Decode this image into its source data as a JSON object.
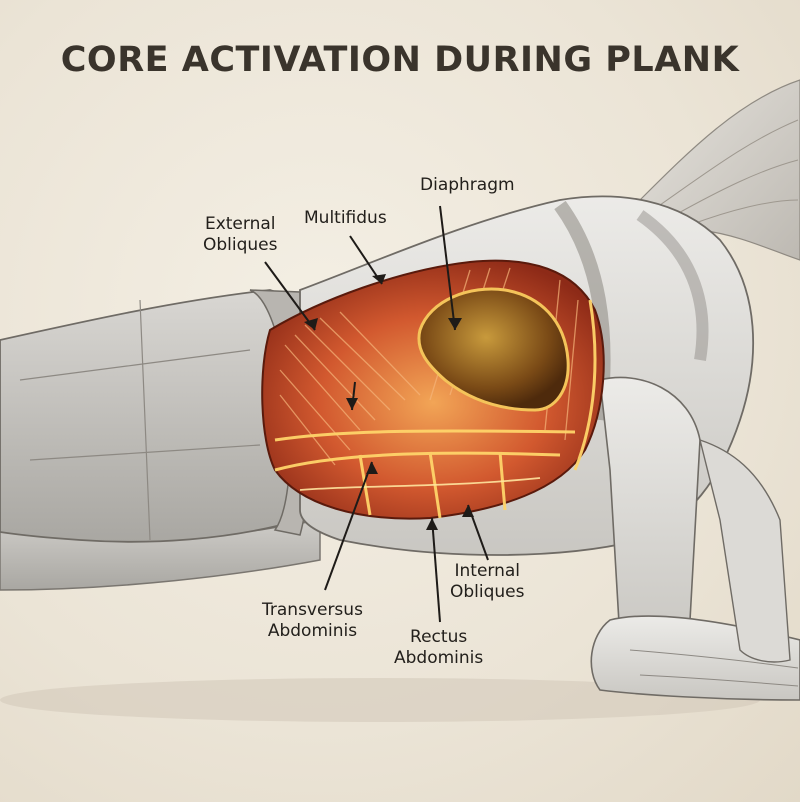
{
  "title": "CORE ACTIVATION DURING PLANK",
  "labels": {
    "diaphragm": {
      "lines": [
        "Diaphragm"
      ]
    },
    "multifidus": {
      "lines": [
        "Multifidus"
      ]
    },
    "external_obliques": {
      "lines": [
        "External",
        "Obliques"
      ]
    },
    "internal_obliques": {
      "lines": [
        "Internal",
        "Obliques"
      ]
    },
    "transversus_abdominis": {
      "lines": [
        "Transversus",
        "Abdominis"
      ]
    },
    "rectus_abdominis": {
      "lines": [
        "Rectus",
        "Abdominis"
      ]
    }
  },
  "colors": {
    "background": "#efe9dc",
    "body_gray": "#d8d6d2",
    "muscle_red": "#c8492a",
    "muscle_orange": "#e58a3c",
    "highlight_glow": "#ffd46a",
    "diaphragm_brown": "#8a5a1c"
  }
}
